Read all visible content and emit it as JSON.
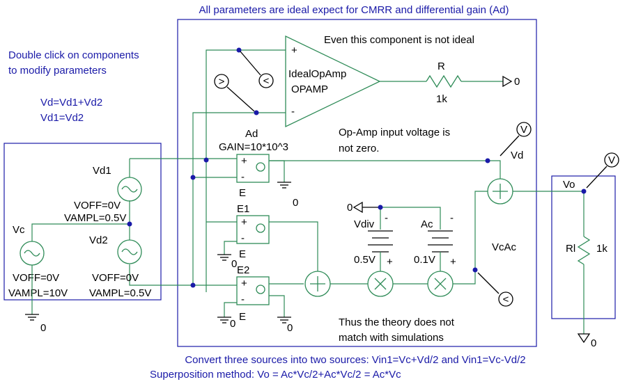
{
  "notes": {
    "top": "All parameters are ideal expect for CMRR and differential gain (Ad)",
    "dbl1": "Double click on components",
    "dbl2": "to modify parameters",
    "eq1": "Vd=Vd1+Vd2",
    "eq2": "Vd1=Vd2",
    "noideal": "Even this component is not ideal",
    "inzero1": "Op-Amp input voltage is",
    "inzero2": "not zero.",
    "theory1": "Thus the theory does not",
    "theory2": "match with simulations",
    "conv": "Convert three sources into two sources: Vin1=Vc+Vd/2 and Vin1=Vc-Vd/2",
    "super": "Superposition method: Vo = Ac*Vc/2+Ac*Vc/2 = Ac*Vc"
  },
  "opamp": {
    "name": "IdealOpAmp",
    "type": "OPAMP",
    "plus": "+",
    "minus": "-"
  },
  "resistor_r": {
    "name": "R",
    "value": "1k"
  },
  "resistor_rl": {
    "name": "Rl",
    "value": "1k"
  },
  "ground": "0",
  "ad": {
    "name": "Ad",
    "gain": "GAIN=10*10^3",
    "e": "E"
  },
  "e1": {
    "name": "E1",
    "e": "E"
  },
  "e2": {
    "name": "E2",
    "e": "E"
  },
  "pin_plus": "+",
  "pin_minus": "-",
  "vd1": {
    "name": "Vd1",
    "voff": "VOFF=0V",
    "vampl": "VAMPL=0.5V"
  },
  "vd2": {
    "name": "Vd2",
    "voff": "VOFF=0V",
    "vampl": "VAMPL=0.5V"
  },
  "vc": {
    "name": "Vc",
    "voff": "VOFF=0V",
    "vampl": "VAMPL=10V"
  },
  "vdiv": {
    "name": "Vdiv",
    "value": "0.5V"
  },
  "ac": {
    "name": "Ac",
    "value": "0.1V"
  },
  "nets": {
    "vd": "Vd",
    "vo": "Vo",
    "vcac": "VcAc"
  },
  "probes": {
    "v": "V",
    "lt": "<",
    "gt": ">"
  }
}
